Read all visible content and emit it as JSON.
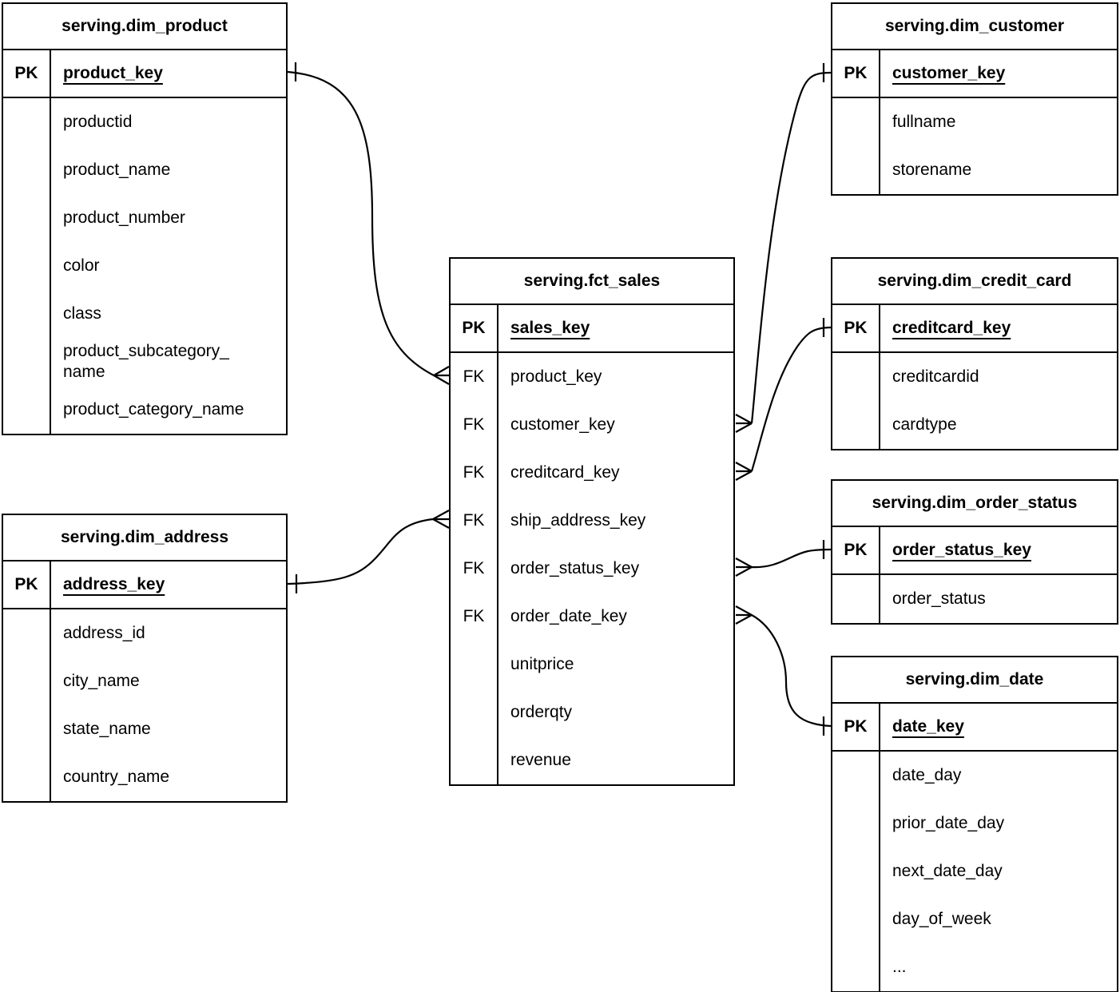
{
  "diagram": {
    "colors": {
      "line": "#000000",
      "background": "#ffffff",
      "text": "#000000"
    },
    "notation": {
      "one_end": "tick",
      "many_end": "crow-foot"
    },
    "tables": [
      {
        "title": "serving.dim_product",
        "pk": {
          "label": "PK",
          "field": "product_key"
        },
        "fields": [
          {
            "key": "",
            "name": "productid"
          },
          {
            "key": "",
            "name": "product_name"
          },
          {
            "key": "",
            "name": "product_number"
          },
          {
            "key": "",
            "name": "color"
          },
          {
            "key": "",
            "name": "class"
          },
          {
            "key": "",
            "name": "product_subcategory_\nname"
          },
          {
            "key": "",
            "name": "product_category_name"
          }
        ]
      },
      {
        "title": "serving.dim_customer",
        "pk": {
          "label": "PK",
          "field": "customer_key"
        },
        "fields": [
          {
            "key": "",
            "name": "fullname"
          },
          {
            "key": "",
            "name": "storename"
          }
        ]
      },
      {
        "title": "serving.fct_sales",
        "pk": {
          "label": "PK",
          "field": "sales_key"
        },
        "fields": [
          {
            "key": "FK",
            "name": "product_key"
          },
          {
            "key": "FK",
            "name": "customer_key"
          },
          {
            "key": "FK",
            "name": "creditcard_key"
          },
          {
            "key": "FK",
            "name": "ship_address_key"
          },
          {
            "key": "FK",
            "name": "order_status_key"
          },
          {
            "key": "FK",
            "name": "order_date_key"
          },
          {
            "key": "",
            "name": "unitprice"
          },
          {
            "key": "",
            "name": "orderqty"
          },
          {
            "key": "",
            "name": "revenue"
          }
        ]
      },
      {
        "title": "serving.dim_credit_card",
        "pk": {
          "label": "PK",
          "field": "creditcard_key"
        },
        "fields": [
          {
            "key": "",
            "name": "creditcardid"
          },
          {
            "key": "",
            "name": "cardtype"
          }
        ]
      },
      {
        "title": "serving.dim_order_status",
        "pk": {
          "label": "PK",
          "field": "order_status_key"
        },
        "fields": [
          {
            "key": "",
            "name": "order_status"
          }
        ]
      },
      {
        "title": "serving.dim_date",
        "pk": {
          "label": "PK",
          "field": "date_key"
        },
        "fields": [
          {
            "key": "",
            "name": "date_day"
          },
          {
            "key": "",
            "name": "prior_date_day"
          },
          {
            "key": "",
            "name": "next_date_day"
          },
          {
            "key": "",
            "name": "day_of_week"
          },
          {
            "key": "",
            "name": "..."
          }
        ]
      },
      {
        "title": "serving.dim_address",
        "pk": {
          "label": "PK",
          "field": "address_key"
        },
        "fields": [
          {
            "key": "",
            "name": "address_id"
          },
          {
            "key": "",
            "name": "city_name"
          },
          {
            "key": "",
            "name": "state_name"
          },
          {
            "key": "",
            "name": "country_name"
          }
        ]
      }
    ],
    "relationships": [
      {
        "dim_table": "serving.dim_product",
        "dim_field": "product_key",
        "fact_table": "serving.fct_sales",
        "fact_field": "product_key",
        "cardinality": "one-to-many"
      },
      {
        "dim_table": "serving.dim_customer",
        "dim_field": "customer_key",
        "fact_table": "serving.fct_sales",
        "fact_field": "customer_key",
        "cardinality": "one-to-many"
      },
      {
        "dim_table": "serving.dim_credit_card",
        "dim_field": "creditcard_key",
        "fact_table": "serving.fct_sales",
        "fact_field": "creditcard_key",
        "cardinality": "one-to-many"
      },
      {
        "dim_table": "serving.dim_address",
        "dim_field": "address_key",
        "fact_table": "serving.fct_sales",
        "fact_field": "ship_address_key",
        "cardinality": "one-to-many"
      },
      {
        "dim_table": "serving.dim_order_status",
        "dim_field": "order_status_key",
        "fact_table": "serving.fct_sales",
        "fact_field": "order_status_key",
        "cardinality": "one-to-many"
      },
      {
        "dim_table": "serving.dim_date",
        "dim_field": "date_key",
        "fact_table": "serving.fct_sales",
        "fact_field": "order_date_key",
        "cardinality": "one-to-many"
      }
    ]
  }
}
